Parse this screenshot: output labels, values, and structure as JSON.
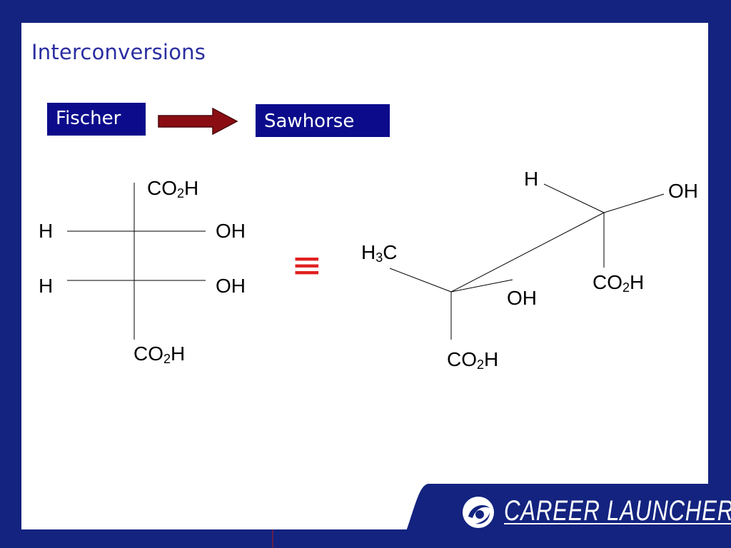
{
  "title": "Interconversions",
  "fischer_label": "Fischer",
  "sawhorse_label": "Sawhorse",
  "equiv_symbol": "≡",
  "fischer": {
    "top_group": "CO",
    "top_sub": "2",
    "top_tail": "H",
    "row1_left": "H",
    "row1_right": "OH",
    "row2_left": "H",
    "row2_right": "OH",
    "bottom_group": "CO",
    "bottom_sub": "2",
    "bottom_tail": "H"
  },
  "sawhorse": {
    "back_h": "H",
    "back_oh": "OH",
    "back_co2h_a": "CO",
    "back_co2h_sub": "2",
    "back_co2h_b": "H",
    "front_h3c_a": "H",
    "front_h3c_sub": "3",
    "front_h3c_b": "C",
    "front_oh": "OH",
    "front_co2h_a": "CO",
    "front_co2h_sub": "2",
    "front_co2h_b": "H"
  },
  "logo_text": "CAREER LAUNCHER",
  "colors": {
    "border": "#13237f",
    "label_box": "#0b0b8c",
    "arrow": "#8b0d14",
    "equiv": "#e02020",
    "title": "#2a2ea0"
  }
}
